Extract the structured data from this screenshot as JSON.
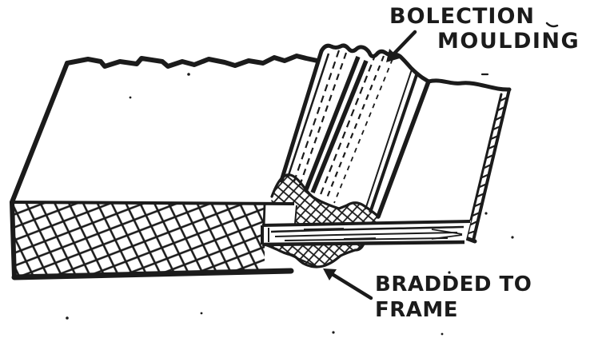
{
  "figure": {
    "captions": {
      "moulding": {
        "line1": "BOLECTION",
        "line2": "MOULDING"
      },
      "brad": {
        "line1": "BRADDED TO",
        "line2": "FRAME"
      }
    },
    "colors": {
      "ink": "#1b1b1b",
      "paper": "#ffffff"
    }
  }
}
